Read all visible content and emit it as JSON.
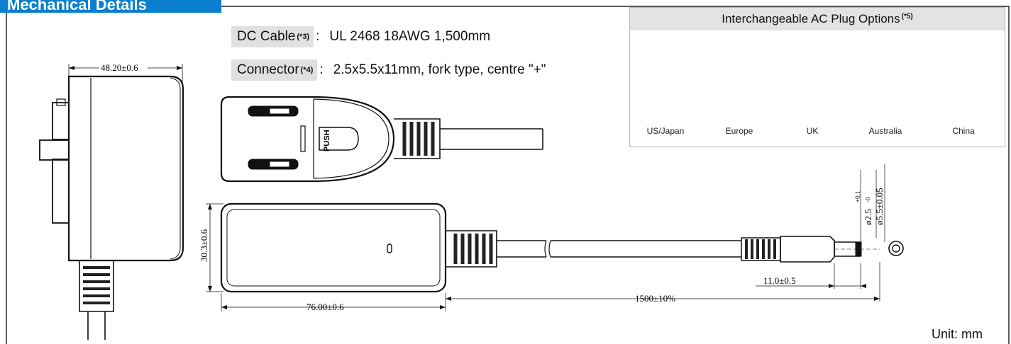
{
  "header": {
    "title": "Mechanical Details"
  },
  "specs": {
    "dc_cable": {
      "label": "DC Cable",
      "note": "(*3)",
      "value": "UL 2468 18AWG 1,500mm"
    },
    "connector": {
      "label": "Connector",
      "note": "(*4)",
      "value": "2.5x5.5x11mm, fork type, centre \"+\""
    }
  },
  "plugs": {
    "title": "Interchangeable AC Plug Options",
    "note": "(*5)",
    "items": [
      {
        "label": "US/Japan"
      },
      {
        "label": "Europe"
      },
      {
        "label": "UK"
      },
      {
        "label": "Australia"
      },
      {
        "label": "China"
      }
    ]
  },
  "dimensions": {
    "side_width": "48.20±0.6",
    "body_height": "30.3±0.6",
    "body_length": "76.00±0.6",
    "cable_length": "1500±10%",
    "plug_length": "11.0±0.5",
    "inner_dia": "ø2.5",
    "inner_tol_plus": "+0.1",
    "inner_tol_minus": "-0",
    "outer_dia": "ø5.5±0.05"
  },
  "push_label": "PUSH",
  "unit": "Unit: mm",
  "colors": {
    "header_bg": "#0a7fd0",
    "label_bg": "#e0e0e0",
    "line": "#111111"
  }
}
